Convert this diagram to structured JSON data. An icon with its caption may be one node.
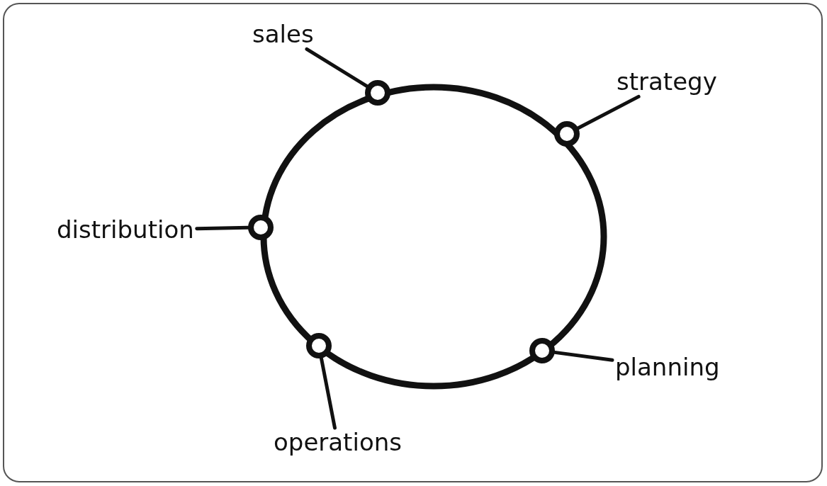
{
  "diagram": {
    "nodes": [
      {
        "text": [
          "sales"
        ]
      },
      {
        "text": [
          "strategy"
        ]
      },
      {
        "text": [
          "distribution"
        ]
      },
      {
        "text": [
          "planning"
        ]
      },
      {
        "text": [
          "operations"
        ]
      },
      {
        "text": [],
        "shape": "circle"
      },
      {
        "text": [],
        "shape": "circle"
      },
      {
        "text": [],
        "shape": "circle"
      },
      {
        "text": [],
        "shape": "circle"
      },
      {
        "text": [],
        "shape": "circle"
      }
    ],
    "edges": [
      {
        "from": 0,
        "to": 7,
        "arrow": "none"
      },
      {
        "from": 1,
        "to": 9,
        "arrow": "none"
      },
      {
        "from": 2,
        "to": 5,
        "arrow": "none"
      },
      {
        "from": 3,
        "to": 8,
        "arrow": "none"
      },
      {
        "from": 4,
        "to": 6,
        "arrow": "none"
      }
    ]
  }
}
